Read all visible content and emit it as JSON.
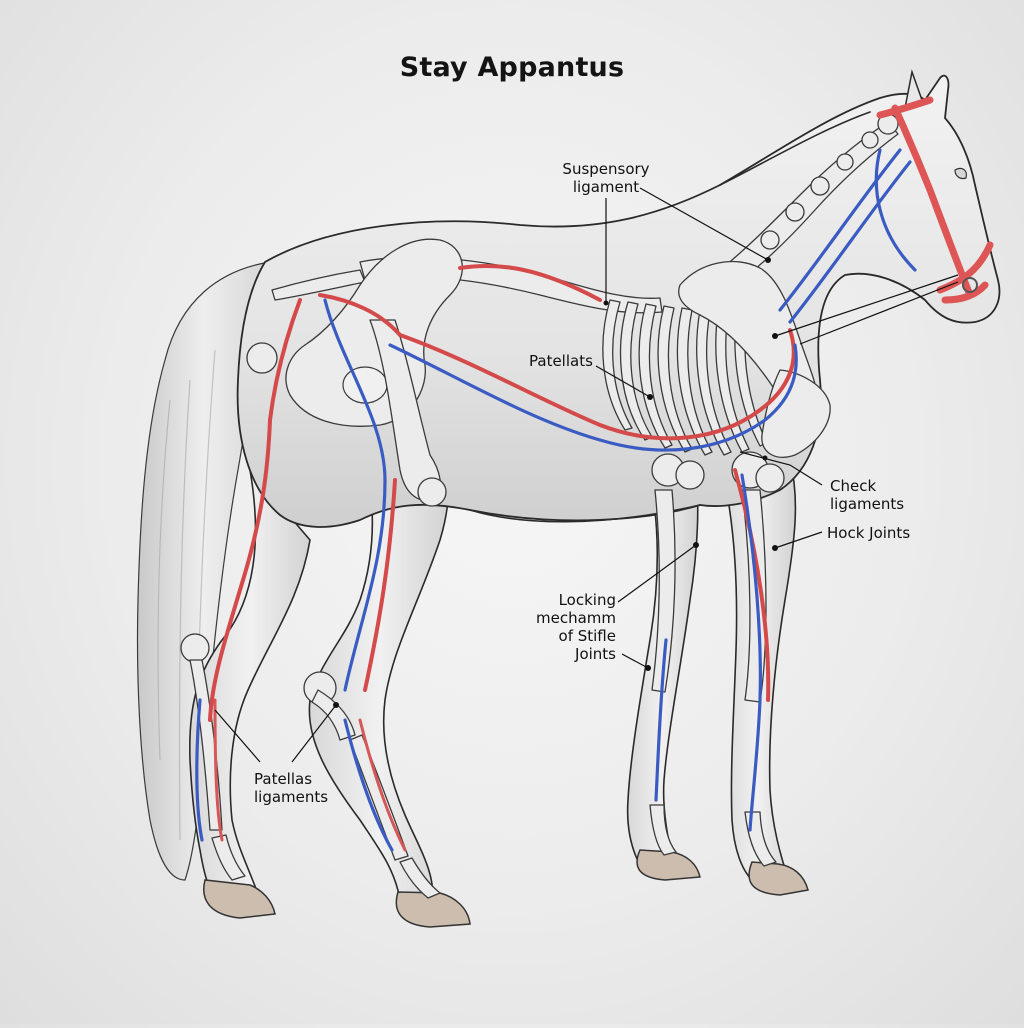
{
  "title": "Stay Appantus",
  "labels": {
    "suspensory_ligament": "Suspensory\nligament",
    "patellats": "Patellats",
    "check_ligaments": "Check\nligaments",
    "hock_joints": "Hock Joints",
    "locking_mechanism": "Locking\nmechamm\nof Stifle\nJoints",
    "patellas_ligaments": "Patellas\nligaments"
  },
  "colors": {
    "background": "#ececec",
    "artery_red": "#d44a4a",
    "vein_blue": "#3a5cc2",
    "bone": "#ececec",
    "hoof": "#cdbdae",
    "outline": "#2a2a2a"
  },
  "subject": "horse-anatomy-stay-apparatus",
  "legend_hints": [
    "red-vessels",
    "blue-vessels"
  ]
}
